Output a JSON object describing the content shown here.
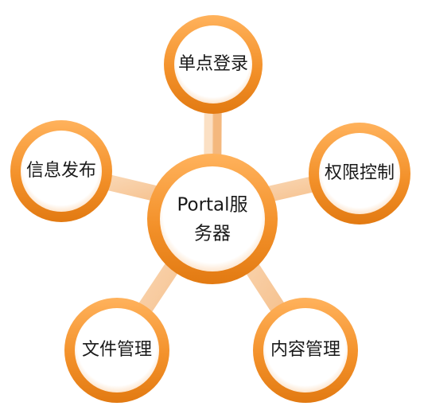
{
  "diagram": {
    "center": {
      "line1": "Portal服",
      "line2": "务器"
    },
    "nodes": {
      "top": "单点登录",
      "right": "权限控制",
      "left": "信息发布",
      "bottom_left": "文件管理",
      "bottom_right": "内容管理"
    },
    "colors": {
      "ring": "#f3912a",
      "ring_dark": "#e27a12",
      "ring_light": "#ffc27a",
      "connector": "#f7c89a",
      "fill": "#ffffff",
      "text": "#1a1a1a"
    }
  }
}
